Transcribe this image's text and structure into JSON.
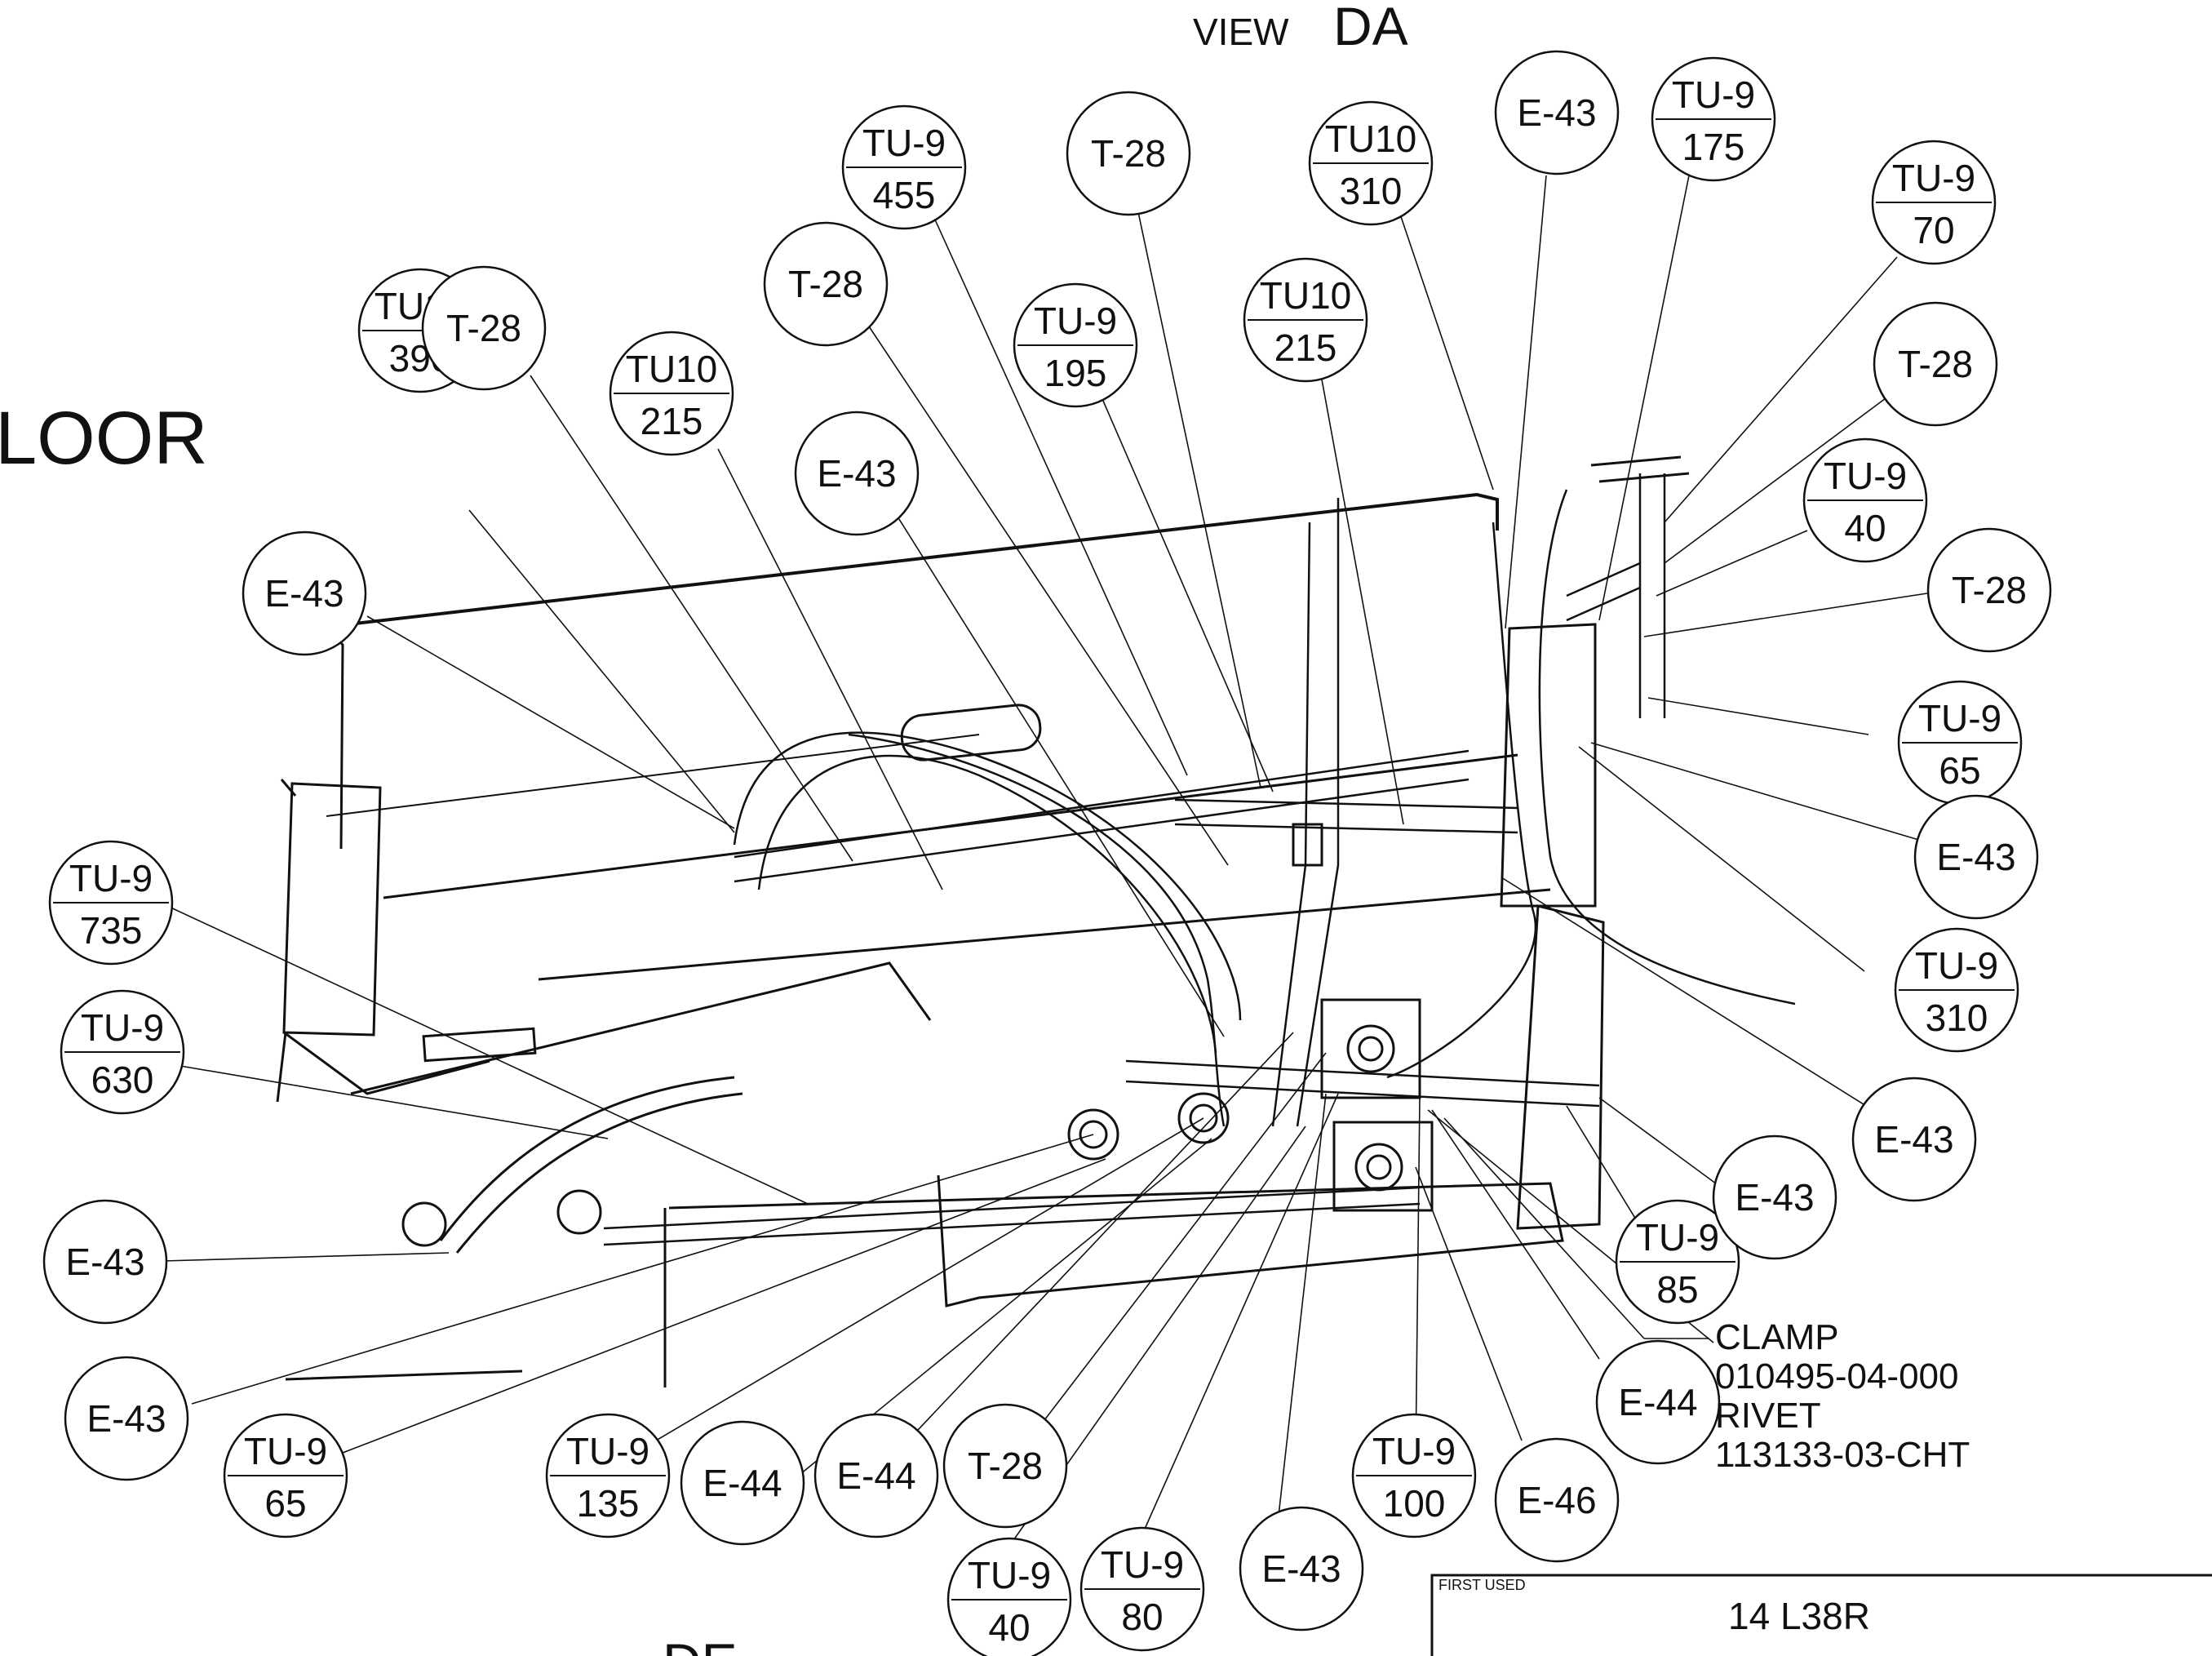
{
  "view_title": {
    "small": "VIEW",
    "large": "DA"
  },
  "side_label": "LOOR",
  "bottom_partial": "DE",
  "clamp_note": [
    "CLAMP",
    "010495-04-000",
    "RIVET",
    "113133-03-CHT"
  ],
  "title_block": {
    "header": "FIRST USED",
    "value": "14 L38R"
  },
  "balloons": [
    {
      "top": "TU-9",
      "bottom": "455"
    },
    {
      "top": "T-28",
      "bottom": ""
    },
    {
      "top": "TU10",
      "bottom": "310"
    },
    {
      "top": "E-43",
      "bottom": ""
    },
    {
      "top": "TU-9",
      "bottom": "175"
    },
    {
      "top": "TU-9",
      "bottom": "70"
    },
    {
      "top": "T-28",
      "bottom": ""
    },
    {
      "top": "TU-9",
      "bottom": "195"
    },
    {
      "top": "TU10",
      "bottom": "215"
    },
    {
      "top": "T-28",
      "bottom": ""
    },
    {
      "top": "TU10",
      "bottom": "215"
    },
    {
      "top": "TU10",
      "bottom": "390"
    },
    {
      "top": "E-43",
      "bottom": ""
    },
    {
      "top": "E-43",
      "bottom": ""
    },
    {
      "top": "T-28",
      "bottom": ""
    },
    {
      "top": "TU-9",
      "bottom": "40"
    },
    {
      "top": "T-28",
      "bottom": ""
    },
    {
      "top": "TU-9",
      "bottom": "65"
    },
    {
      "top": "E-43",
      "bottom": ""
    },
    {
      "top": "TU-9",
      "bottom": "735"
    },
    {
      "top": "TU-9",
      "bottom": "310"
    },
    {
      "top": "TU-9",
      "bottom": "630"
    },
    {
      "top": "E-43",
      "bottom": ""
    },
    {
      "top": "E-43",
      "bottom": ""
    },
    {
      "top": "TU-9",
      "bottom": "85"
    },
    {
      "top": "E-43",
      "bottom": ""
    },
    {
      "top": "E-43",
      "bottom": ""
    },
    {
      "top": "E-44",
      "bottom": ""
    },
    {
      "top": "TU-9",
      "bottom": "65"
    },
    {
      "top": "TU-9",
      "bottom": "135"
    },
    {
      "top": "E-44",
      "bottom": ""
    },
    {
      "top": "E-44",
      "bottom": ""
    },
    {
      "top": "T-28",
      "bottom": ""
    },
    {
      "top": "TU-9",
      "bottom": "100"
    },
    {
      "top": "E-46",
      "bottom": ""
    },
    {
      "top": "TU-9",
      "bottom": "40"
    },
    {
      "top": "TU-9",
      "bottom": "80"
    },
    {
      "top": "E-43",
      "bottom": ""
    }
  ]
}
